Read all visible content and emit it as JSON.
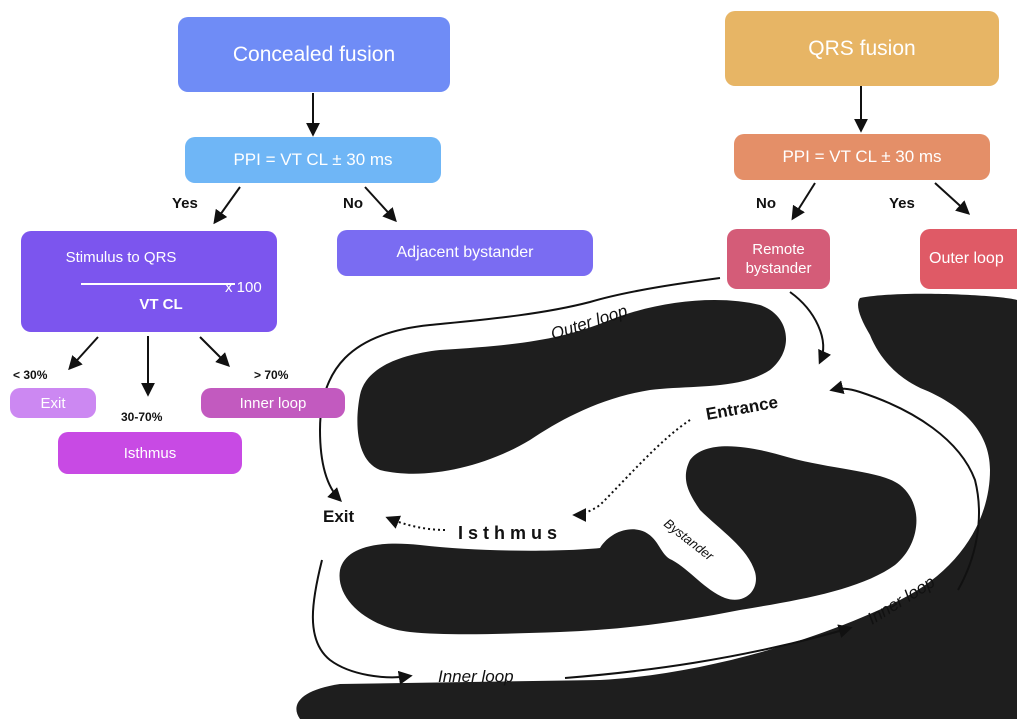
{
  "left_tree": {
    "title": "Concealed fusion",
    "ppi": "PPI = VT CL ± 30 ms",
    "yes": "Yes",
    "no": "No",
    "formula_numerator": "Stimulus to QRS",
    "formula_denominator": "VT CL",
    "formula_multiplier": "x 100",
    "adjacent": "Adjacent bystander",
    "lt30": "< 30%",
    "range": "30-70%",
    "gt70": "> 70%",
    "exit": "Exit",
    "isthmus": "Isthmus",
    "inner_loop": "Inner loop"
  },
  "right_tree": {
    "title": "QRS fusion",
    "ppi": "PPI = VT CL ± 30 ms",
    "no": "No",
    "yes": "Yes",
    "remote": "Remote bystander",
    "outer": "Outer loop"
  },
  "circuit": {
    "outer_loop": "Outer loop",
    "entrance": "Entrance",
    "exit": "Exit",
    "isthmus": "I s t h m u s",
    "bystander": "Bystander",
    "inner_loop_right": "Inner loop",
    "inner_loop_bottom": "Inner loop"
  },
  "colors": {
    "concealed": "#6f8cf6",
    "ppi_left": "#6fb6f6",
    "formula": "#7c55ee",
    "adjacent": "#7a6cf2",
    "exit": "#cc88f2",
    "isthmus": "#c84ae4",
    "inner": "#c25abf",
    "qrs": "#e7b565",
    "ppi_right": "#e48f68",
    "remote": "#d45c78",
    "outer": "#df5a66",
    "scar": "#1e1e1e"
  }
}
